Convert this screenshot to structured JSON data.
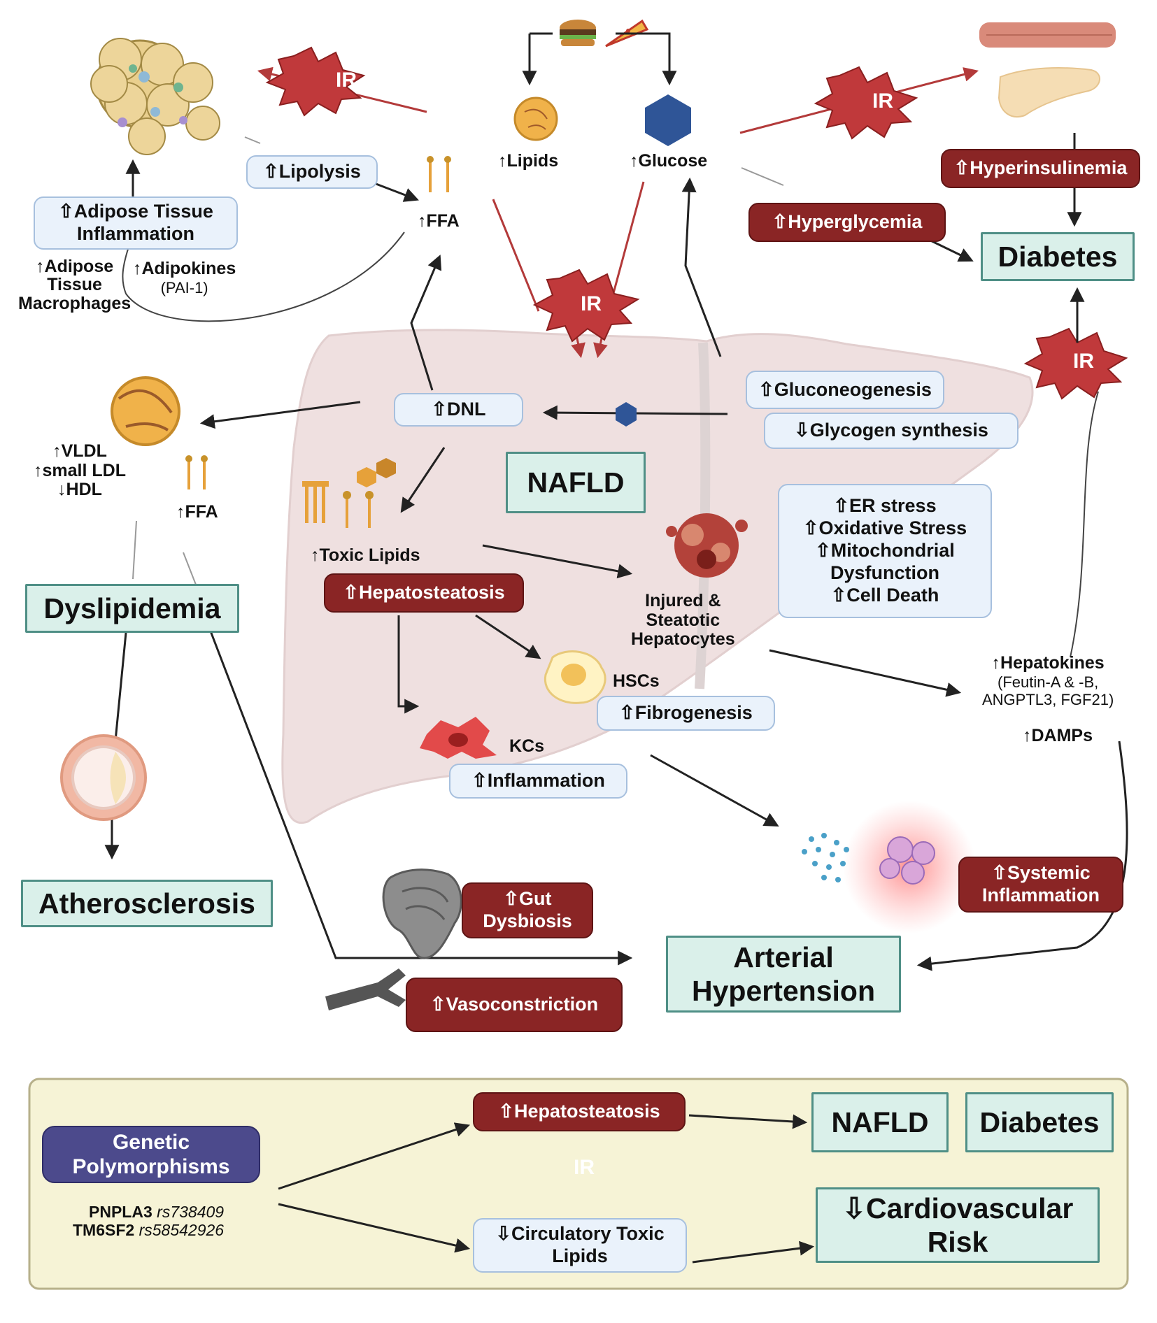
{
  "ir_label": "IR",
  "top": {
    "lipids": "↑Lipids",
    "glucose": "↑Glucose",
    "lipolysis": "⇧Lipolysis",
    "ffa_top": "↑FFA",
    "adipose_inflammation": [
      "⇧Adipose Tissue",
      "Inflammation"
    ],
    "adipose_macrophages": [
      "↑Adipose",
      "Tissue",
      "Macrophages"
    ],
    "adipokines": "↑Adipokines",
    "adipokines_sub": "(PAI-1)",
    "hyperinsulinemia": "⇧Hyperinsulinemia",
    "hyperglycemia": "⇧Hyperglycemia",
    "diabetes": "Diabetes"
  },
  "liver": {
    "dnl": "⇧DNL",
    "gluconeogenesis": "⇧Gluconeogenesis",
    "glycogen_synthesis": "⇩Glycogen synthesis",
    "nafld": "NAFLD",
    "toxic_lipids": "↑Toxic Lipids",
    "hepatosteatosis": "⇧Hepatosteatosis",
    "stress_box": [
      "⇧ER stress",
      "⇧Oxidative Stress",
      "⇧Mitochondrial",
      "Dysfunction",
      "⇧Cell Death"
    ],
    "injured_hepatocytes": [
      "Injured &",
      "Steatotic",
      "Hepatocytes"
    ],
    "hscs": "HSCs",
    "fibrogenesis": "⇧Fibrogenesis",
    "kcs": "KCs",
    "inflammation": "⇧Inflammation"
  },
  "left": {
    "lipoprotein_changes": [
      "↑VLDL",
      "↑small LDL",
      "↓HDL"
    ],
    "ffa_left": "↑FFA",
    "dyslipidemia": "Dyslipidemia",
    "atherosclerosis": "Atherosclerosis"
  },
  "right": {
    "hepatokines": "↑Hepatokines",
    "hepatokines_sub": [
      "(Feutin-A & -B,",
      "ANGPTL3, FGF21)"
    ],
    "damps": "↑DAMPs",
    "systemic_inflammation": [
      "⇧Systemic",
      "Inflammation"
    ]
  },
  "bottom": {
    "gut_dysbiosis": [
      "⇧Gut",
      "Dysbiosis"
    ],
    "vasoconstriction": "⇧Vasoconstriction",
    "arterial_hypertension": [
      "Arterial",
      "Hypertension"
    ]
  },
  "genetics": {
    "title": [
      "Genetic",
      "Polymorphisms"
    ],
    "variants": [
      {
        "gene": "PNPLA3",
        "snp": "rs738409"
      },
      {
        "gene": "TM6SF2",
        "snp": "rs58542926"
      }
    ],
    "hepatosteatosis": "⇧Hepatosteatosis",
    "circulatory": [
      "⇩Circulatory Toxic",
      "Lipids"
    ],
    "nafld": "NAFLD",
    "diabetes": "Diabetes",
    "cv_risk": [
      "⇩Cardiovascular",
      "Risk"
    ]
  },
  "colors": {
    "ir_burst": "#c0393b",
    "red_box": "#8a2525",
    "blue_box": "#eaf2fb",
    "teal_box": "#daf0ea",
    "liver": "#efe0e0",
    "legend_bg": "#f6f3d6",
    "genetic_box": "#4c4a8c"
  }
}
